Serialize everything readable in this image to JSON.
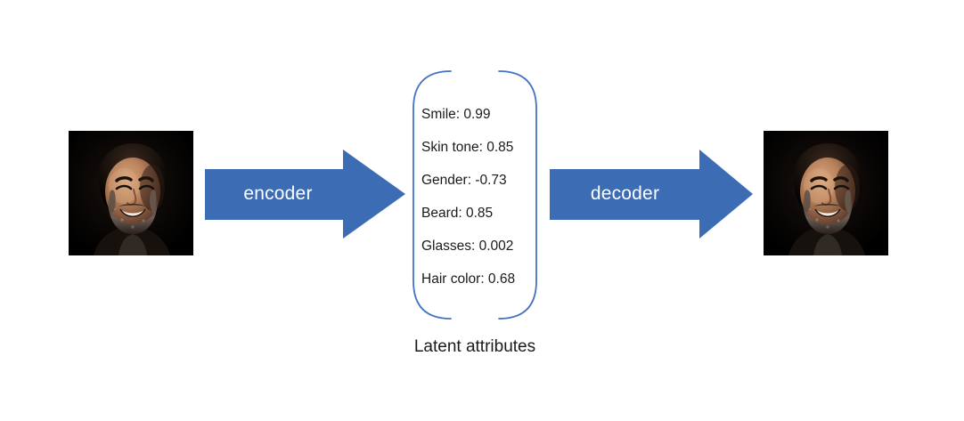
{
  "diagram": {
    "title": "Autoencoder latent attributes diagram",
    "accent_color": "#3C6CB4",
    "bracket_color": "#4472C4",
    "arrow_label_color": "#FFFFFF",
    "text_color": "#1A1A1A",
    "background_color": "#FFFFFF"
  },
  "input_image": {
    "alt": "Photograph of a smiling bearded man on a black background",
    "icon": "face-photo-icon"
  },
  "output_image": {
    "alt": "Reconstructed photograph of a smiling bearded man on a black background",
    "icon": "face-photo-icon"
  },
  "arrows": [
    {
      "label": "encoder",
      "direction": "right",
      "icon": "block-arrow-right-icon"
    },
    {
      "label": "decoder",
      "direction": "right",
      "icon": "block-arrow-right-icon"
    }
  ],
  "latent": {
    "caption": "Latent attributes",
    "bracket_icon": "curly-bracket-icon",
    "attributes": [
      {
        "name": "Smile",
        "value": "0.99",
        "text": "Smile: 0.99"
      },
      {
        "name": "Skin tone",
        "value": "0.85",
        "text": "Skin tone: 0.85"
      },
      {
        "name": "Gender",
        "value": "-0.73",
        "text": "Gender: -0.73"
      },
      {
        "name": "Beard",
        "value": "0.85",
        "text": "Beard: 0.85"
      },
      {
        "name": "Glasses",
        "value": "0.002",
        "text": "Glasses: 0.002"
      },
      {
        "name": "Hair color",
        "value": "0.68",
        "text": "Hair color: 0.68"
      }
    ]
  }
}
